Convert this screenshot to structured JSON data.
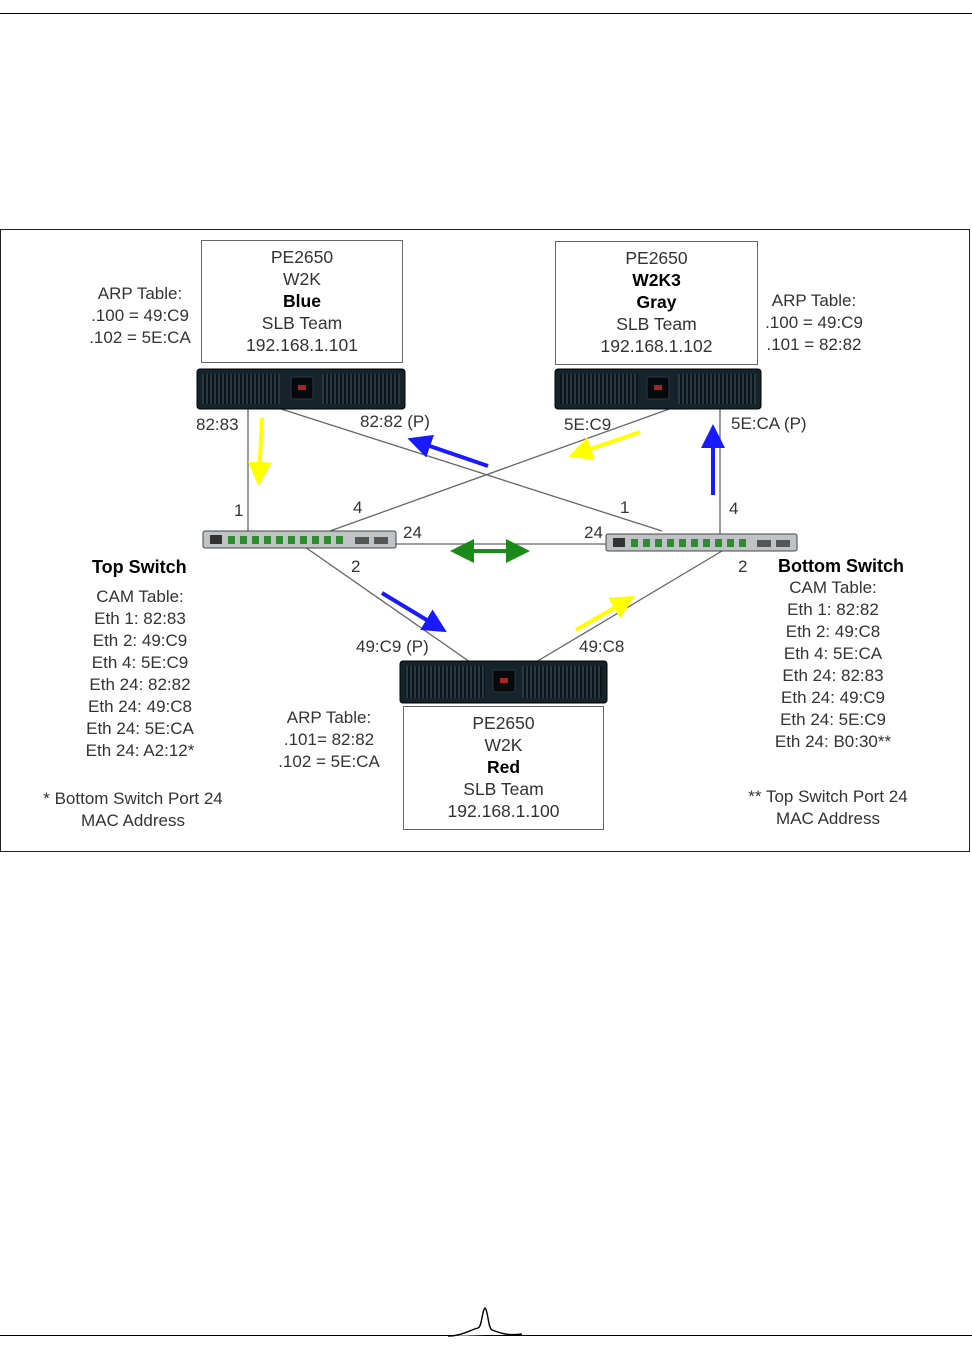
{
  "servers": {
    "blue": {
      "lines": [
        "PE2650",
        "W2K",
        "Blue",
        "SLB Team",
        "192.168.1.101"
      ],
      "bold_index": 2
    },
    "gray": {
      "lines": [
        "PE2650",
        "W2K3",
        "Gray",
        "SLB Team",
        "192.168.1.102"
      ],
      "bold_index": [
        1,
        2
      ]
    },
    "red": {
      "lines": [
        "PE2650",
        "W2K",
        "Red",
        "SLB Team",
        "192.168.1.100"
      ],
      "bold_index": 2
    }
  },
  "arp": {
    "blue": [
      "ARP Table:",
      ".100 = 49:C9",
      ".102 = 5E:CA"
    ],
    "gray": [
      "ARP Table:",
      ".100 = 49:C9",
      ".101 = 82:82"
    ],
    "red": [
      "ARP Table:",
      ".101= 82:82",
      ".102 = 5E:CA"
    ]
  },
  "ports": {
    "blue_left": "82:83",
    "blue_right": "82:82 (P)",
    "gray_left": "5E:C9",
    "gray_right": "5E:CA (P)",
    "red_left": "49:C9 (P)",
    "red_right": "49:C8",
    "top_1": "1",
    "top_4": "4",
    "top_24": "24",
    "top_2": "2",
    "bot_1": "1",
    "bot_4": "4",
    "bot_24": "24",
    "bot_2": "2"
  },
  "top_switch": {
    "title": "Top Switch",
    "cam": [
      "CAM Table:",
      "Eth 1: 82:83",
      "Eth 2: 49:C9",
      "Eth 4: 5E:C9",
      "Eth 24: 82:82",
      "Eth 24: 49:C8",
      "Eth 24: 5E:CA",
      "Eth 24: A2:12*"
    ],
    "note": [
      "* Bottom Switch Port 24",
      "MAC Address"
    ]
  },
  "bottom_switch": {
    "title": "Bottom Switch",
    "cam": [
      "CAM Table:",
      "Eth 1: 82:82",
      "Eth 2: 49:C8",
      "Eth 4: 5E:CA",
      "Eth 24: 82:83",
      "Eth 24: 49:C9",
      "Eth 24: 5E:C9",
      "Eth 24: B0:30**"
    ],
    "note": [
      "** Top Switch Port 24",
      "MAC Address"
    ]
  },
  "colors": {
    "yellow": "#ffff00",
    "blue": "#1a1aff",
    "green": "#1a8a1a",
    "line": "#666666"
  }
}
